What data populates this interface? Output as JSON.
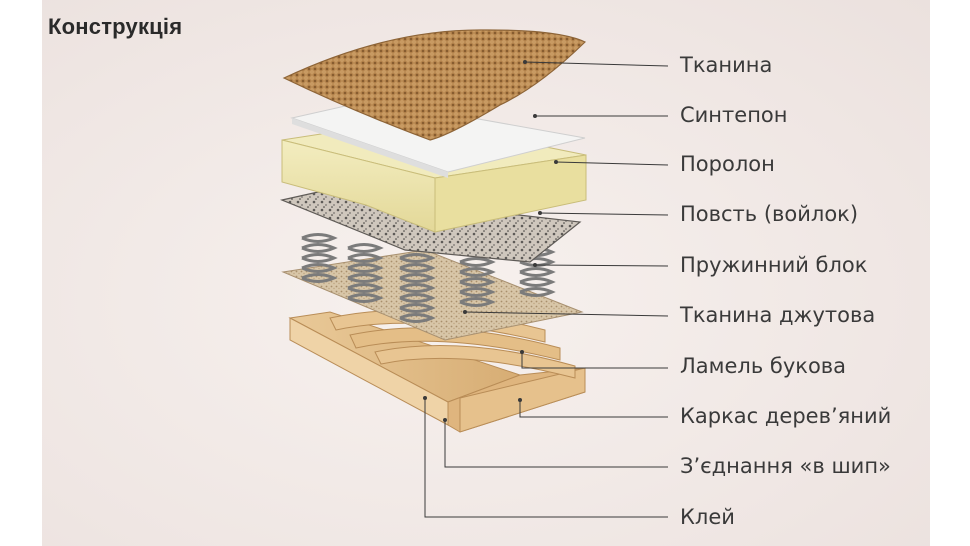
{
  "title": "Конструкція",
  "layers": [
    {
      "id": "fabric",
      "label": "Тканина"
    },
    {
      "id": "synthetic",
      "label": "Синтепон"
    },
    {
      "id": "foam",
      "label": "Поролон"
    },
    {
      "id": "felt",
      "label": "Повсть (войлок)"
    },
    {
      "id": "springs",
      "label": "Пружинний блок"
    },
    {
      "id": "jute",
      "label": "Тканина джутова"
    },
    {
      "id": "slats",
      "label": "Ламель букова"
    },
    {
      "id": "frame",
      "label": "Каркас дерев’яний"
    },
    {
      "id": "joint",
      "label": "З’єднання «в шип»"
    },
    {
      "id": "glue",
      "label": "Клей"
    }
  ],
  "colors": {
    "line": "#3a3a3a",
    "text": "#3a3a3a",
    "background": "#efe6e3"
  }
}
